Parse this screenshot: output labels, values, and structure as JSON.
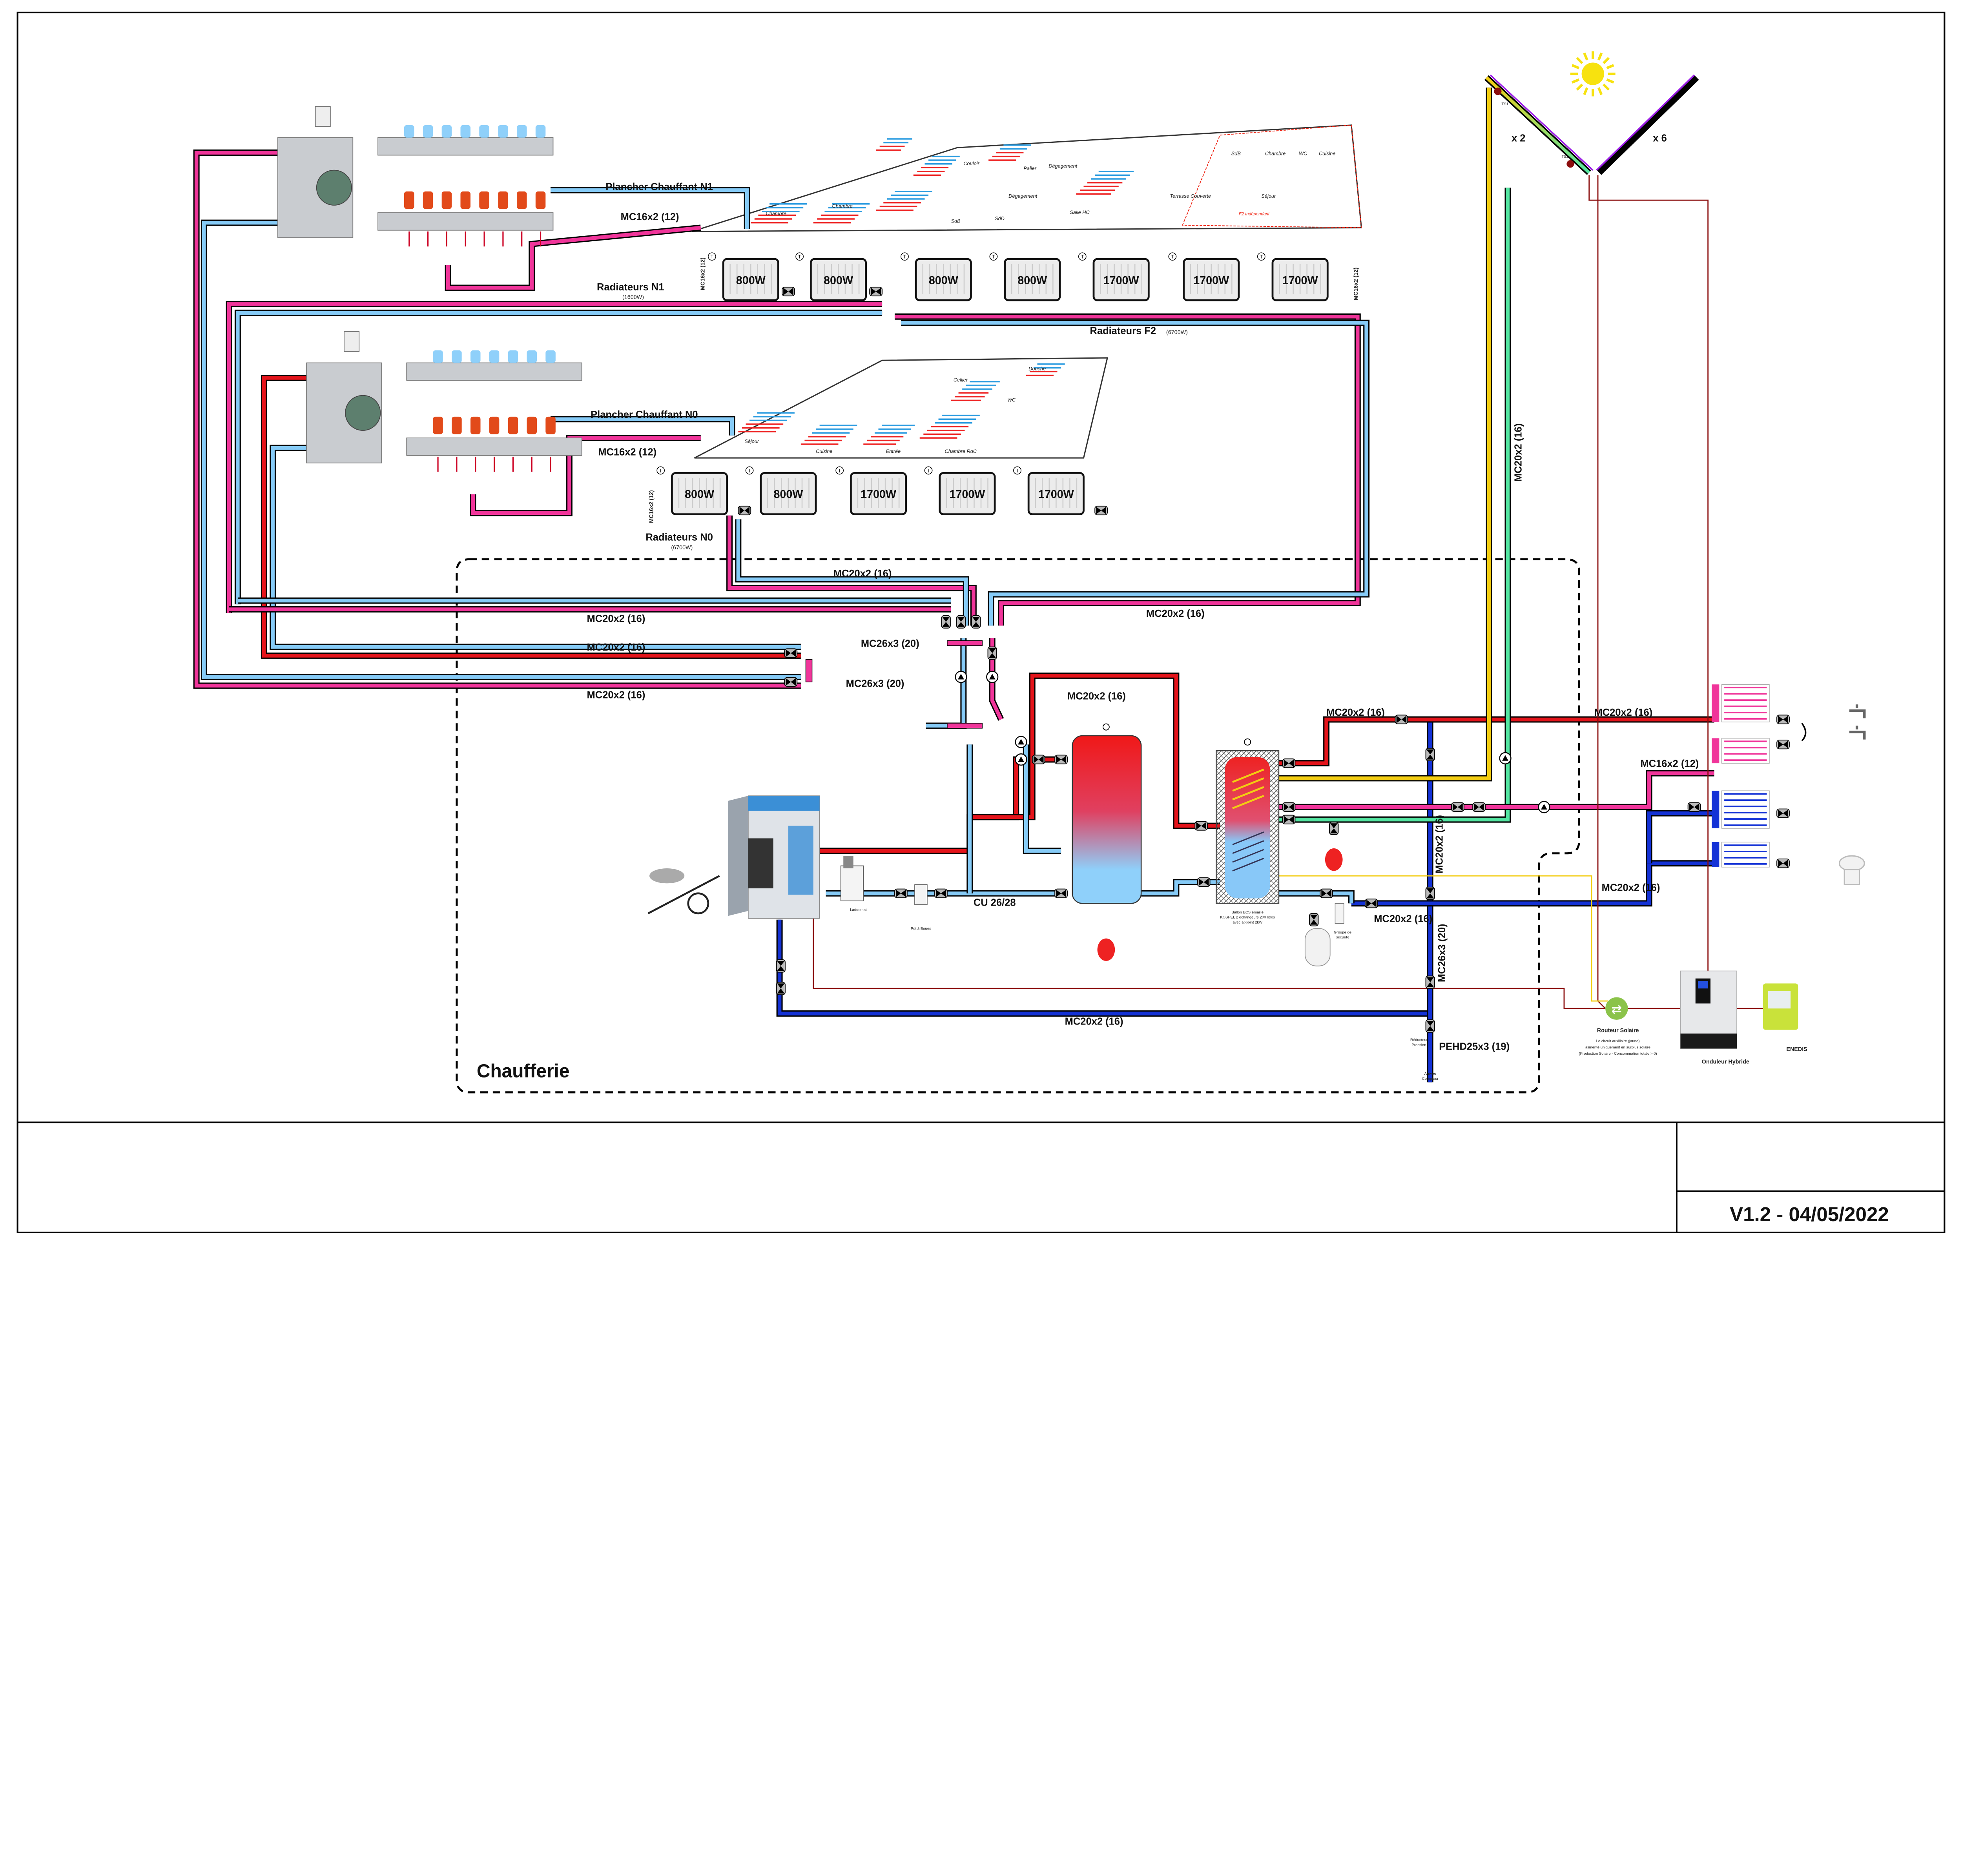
{
  "title_block": {
    "version": "V1.2 - 04/05/2022"
  },
  "zone": {
    "chaufferie": "Chaufferie"
  },
  "circuits": {
    "plancher_n1": "Plancher Chauffant N1",
    "plancher_n1_pipe": "MC16x2 (12)",
    "radiateurs_n1": "Radiateurs N1",
    "radiateurs_n1_power": "(1600W)",
    "radiateurs_f2": "Radiateurs F2",
    "radiateurs_f2_power": "(6700W)",
    "plancher_n0": "Plancher Chauffant N0",
    "plancher_n0_pipe": "MC16x2 (12)",
    "radiateurs_n0": "Radiateurs N0",
    "radiateurs_n0_power": "(6700W)",
    "rad_pipe_vertical": "MC16x2 (12)"
  },
  "radiators": {
    "n1": [
      "800W",
      "800W"
    ],
    "f2": [
      "800W",
      "800W",
      "1700W",
      "1700W",
      "1700W"
    ],
    "n0": [
      "800W",
      "800W",
      "1700W",
      "1700W",
      "1700W"
    ]
  },
  "pipe_labels": [
    "MC20x2 (16)",
    "MC20x2 (16)",
    "MC20x2 (16)",
    "MC20x2 (16)",
    "MC20x2 (16)",
    "MC26x3 (20)",
    "MC26x3 (20)",
    "MC20x2 (16)",
    "MC20x2 (16)",
    "MC20x2 (16)",
    "MC16x2 (12)",
    "MC20x2 (16)",
    "MC20x2 (16)",
    "MC26x3 (20)",
    "MC20x2 (16)",
    "MC20x2 (16)",
    "CU 26/28",
    "MC20x2 (16)",
    "PEHD25x3 (19)"
  ],
  "floor_plan_n1_rooms": [
    "Chambre",
    "Chambre",
    "Couloir",
    "Palier",
    "Dégagement",
    "Dégagement",
    "SdB",
    "SdD",
    "Salle HC",
    "Terrasse Couverte",
    "SdB",
    "Chambre",
    "WC",
    "Cuisine",
    "Séjour"
  ],
  "floor_plan_n1_f2": "F2 Indépendant",
  "floor_plan_n0_rooms": [
    "Séjour",
    "Cuisine",
    "Entrée",
    "Chambre RdC",
    "Cellier",
    "WC",
    "Douche"
  ],
  "solar": {
    "thermal_count": "x 2",
    "pv_count": "x 6",
    "sensor_1": "TS1",
    "sensor_2": "TS2"
  },
  "equipment": {
    "laddomat": "Laddomat",
    "pot_a_boues": "Pot à Boues",
    "ballon_ecs": [
      "Ballon ECS émaillé",
      "KOSPEL 2 échangeurs 200 litres",
      "avec appoint 2kW"
    ],
    "groupe_securite": [
      "Groupe de",
      "sécurité"
    ],
    "reducteur": [
      "Réducteur",
      "Pression"
    ],
    "arrivee": [
      "Arrivée",
      "Compteur"
    ],
    "routeur_title": "Routeur Solaire",
    "routeur_desc": [
      "Le circuit auxiliaire (jaune)",
      "alimenté uniquement en surplus solaire",
      "(Production Solaire - Consommation totale > 0)"
    ],
    "onduleur": "Onduleur Hybride",
    "enedis": "ENEDIS",
    "thermostat_symbol": "T"
  },
  "colors": {
    "hot_floor": "#f0359a",
    "return": "#86cbf7",
    "hot": "#e4141b",
    "cold_water": "#1432d6",
    "solar_hot": "#f3cd12",
    "solar_return": "#54e6a2",
    "electric": "#8b0d0d",
    "router": "#8bc34a",
    "meter": "#c9e23a",
    "pv_frame": "#9b1ce6"
  }
}
